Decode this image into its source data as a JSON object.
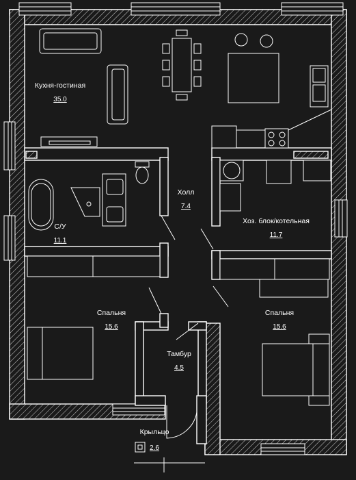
{
  "plan": {
    "background": "#1a1a1a",
    "line_color": "#ffffff",
    "rooms": [
      {
        "id": "kitchen",
        "name": "Кухня-гостиная",
        "area": "35.0"
      },
      {
        "id": "hall",
        "name": "Холл",
        "area": "7.4"
      },
      {
        "id": "bath",
        "name": "С/У",
        "area": "11.1"
      },
      {
        "id": "utility",
        "name": "Хоз. блок/котельная",
        "area": "11.7"
      },
      {
        "id": "bedroom-left",
        "name": "Спальня",
        "area": "15.6"
      },
      {
        "id": "bedroom-right",
        "name": "Спальня",
        "area": "15.6"
      },
      {
        "id": "vestibule",
        "name": "Тамбур",
        "area": "4.5"
      },
      {
        "id": "porch",
        "name": "Крыльцо",
        "area": "2.6"
      }
    ]
  }
}
